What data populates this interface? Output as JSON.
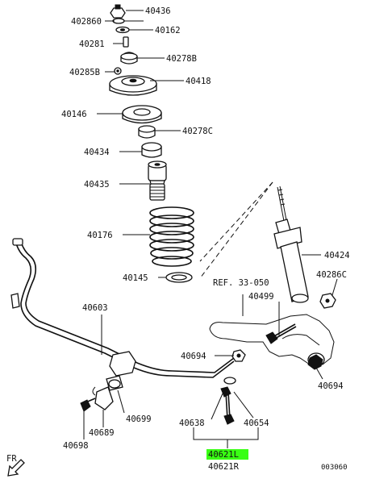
{
  "parts": [
    {
      "id": "40436",
      "label": "40436"
    },
    {
      "id": "402860",
      "label": "402860"
    },
    {
      "id": "40162",
      "label": "40162"
    },
    {
      "id": "40281",
      "label": "40281"
    },
    {
      "id": "40278B",
      "label": "40278B"
    },
    {
      "id": "40285B",
      "label": "40285B"
    },
    {
      "id": "40418",
      "label": "40418"
    },
    {
      "id": "40146",
      "label": "40146"
    },
    {
      "id": "40278C",
      "label": "40278C"
    },
    {
      "id": "40434",
      "label": "40434"
    },
    {
      "id": "40435",
      "label": "40435"
    },
    {
      "id": "40176",
      "label": "40176"
    },
    {
      "id": "40145",
      "label": "40145"
    },
    {
      "id": "40424",
      "label": "40424"
    },
    {
      "id": "40286C",
      "label": "40286C"
    },
    {
      "id": "40499",
      "label": "40499"
    },
    {
      "id": "40603",
      "label": "40603"
    },
    {
      "id": "40694a",
      "label": "40694"
    },
    {
      "id": "40694b",
      "label": "40694"
    },
    {
      "id": "40699",
      "label": "40699"
    },
    {
      "id": "40689",
      "label": "40689"
    },
    {
      "id": "40698",
      "label": "40698"
    },
    {
      "id": "40638",
      "label": "40638"
    },
    {
      "id": "40654",
      "label": "40654"
    },
    {
      "id": "40621L",
      "label": "40621L"
    },
    {
      "id": "40621R",
      "label": "40621R"
    }
  ],
  "reference": "REF. 33-050",
  "direction": "FR",
  "drawing_code": "003060",
  "highlight_color": "#39ff14"
}
